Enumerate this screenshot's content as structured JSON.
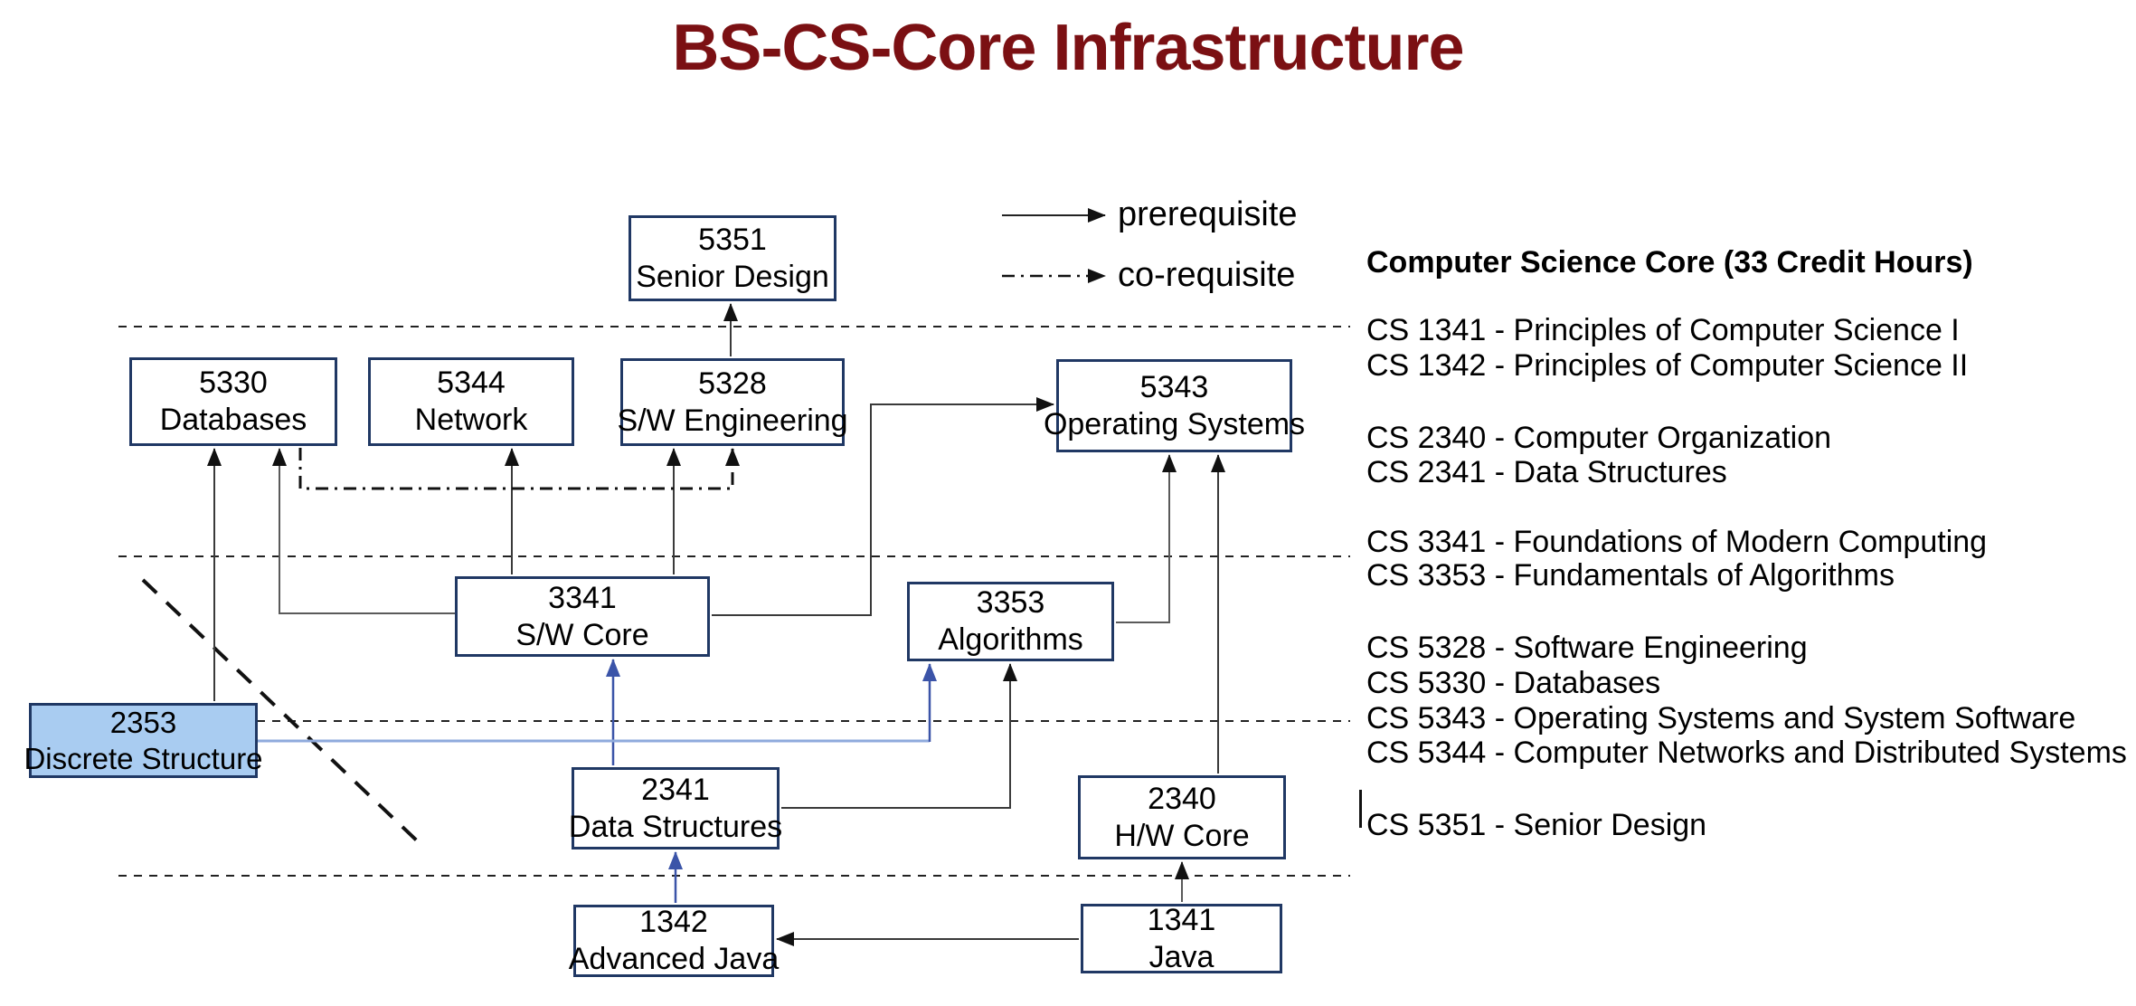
{
  "title": "BS-CS-Core Infrastructure",
  "colors": {
    "title_text": "#7B1013",
    "box_border": "#203864",
    "highlight_fill": "#A9CCF1",
    "blue_arrow": "#3B54A8",
    "light_blue_line": "#8FAADC",
    "line_dark": "#3a3a3a"
  },
  "legend": {
    "prerequisite": "prerequisite",
    "corequisite": "co-requisite"
  },
  "courses": {
    "c5351": {
      "number": "5351",
      "name": "Senior Design"
    },
    "c5330": {
      "number": "5330",
      "name": "Databases"
    },
    "c5344": {
      "number": "5344",
      "name": "Network"
    },
    "c5328": {
      "number": "5328",
      "name": "S/W Engineering"
    },
    "c5343": {
      "number": "5343",
      "name": "Operating Systems"
    },
    "c3341": {
      "number": "3341",
      "name": "S/W Core"
    },
    "c3353": {
      "number": "3353",
      "name": "Algorithms"
    },
    "c2353": {
      "number": "2353",
      "name": "Discrete Structure"
    },
    "c2341": {
      "number": "2341",
      "name": "Data Structures"
    },
    "c2340": {
      "number": "2340",
      "name": "H/W Core"
    },
    "c1342": {
      "number": "1342",
      "name": "Advanced Java"
    },
    "c1341": {
      "number": "1341",
      "name": "Java"
    }
  },
  "relations": {
    "prerequisites": [
      {
        "from": "5328",
        "to": "5351"
      },
      {
        "from": "2353",
        "to": "5330"
      },
      {
        "from": "3341",
        "to": "5330"
      },
      {
        "from": "3341",
        "to": "5344"
      },
      {
        "from": "3341",
        "to": "5328"
      },
      {
        "from": "3341",
        "to": "5343"
      },
      {
        "from": "3353",
        "to": "5343"
      },
      {
        "from": "2340",
        "to": "5343"
      },
      {
        "from": "2341",
        "to": "3341"
      },
      {
        "from": "2353",
        "to": "3353"
      },
      {
        "from": "2341",
        "to": "3353"
      },
      {
        "from": "1342",
        "to": "2341"
      },
      {
        "from": "1341",
        "to": "2340"
      },
      {
        "from": "1341",
        "to": "1342"
      }
    ],
    "corequisites": [
      {
        "from": "5330",
        "to": "5328"
      }
    ]
  },
  "sidebar": {
    "heading": "Computer Science Core (33 Credit Hours)",
    "groups": [
      [
        "CS 1341 - Principles of Computer Science I",
        "CS 1342 - Principles of Computer Science II"
      ],
      [
        "CS 2340 - Computer Organization",
        "CS 2341 - Data Structures"
      ],
      [
        "CS 3341 - Foundations of Modern Computing",
        "CS 3353 - Fundamentals of Algorithms"
      ],
      [
        "CS 5328 - Software Engineering",
        "CS 5330 - Databases",
        "CS 5343 - Operating Systems and System Software",
        "CS 5344 - Computer Networks and Distributed Systems"
      ],
      [
        "CS 5351 - Senior Design"
      ]
    ]
  }
}
